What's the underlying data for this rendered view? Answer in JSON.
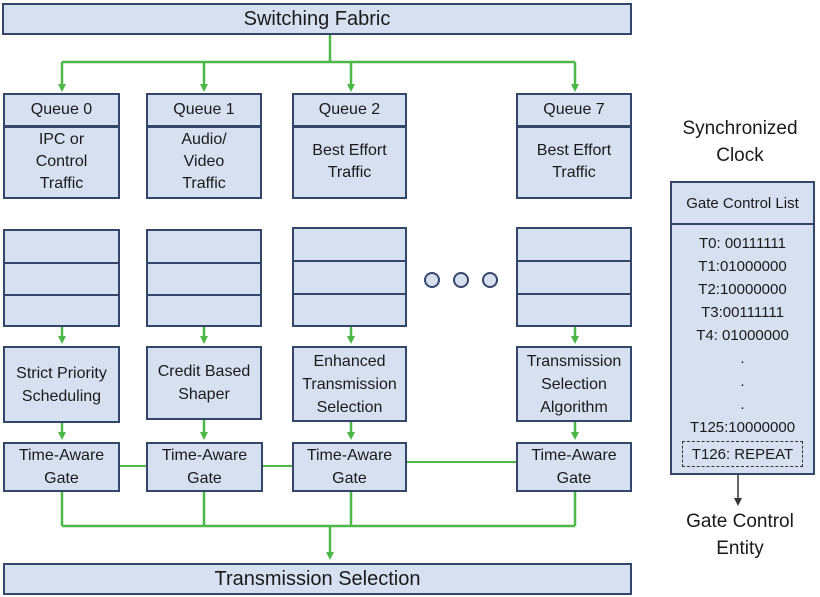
{
  "switching_fabric": "Switching Fabric",
  "transmission_selection": "Transmission Selection",
  "queues": [
    {
      "header": "Queue 0",
      "body": "IPC or\nControl\nTraffic",
      "algorithm": "Strict Priority\nScheduling",
      "gate": "Time-Aware\nGate"
    },
    {
      "header": "Queue 1",
      "body": "Audio/\nVideo\nTraffic",
      "algorithm": "Credit Based\nShaper",
      "gate": "Time-Aware\nGate"
    },
    {
      "header": "Queue 2",
      "body": "Best Effort\nTraffic",
      "algorithm": "Enhanced\nTransmission\nSelection",
      "gate": "Time-Aware\nGate"
    },
    {
      "header": "Queue 7",
      "body": "Best Effort\nTraffic",
      "algorithm": "Transmission\nSelection\nAlgorithm",
      "gate": "Time-Aware\nGate"
    }
  ],
  "clock_label": "Synchronized\nClock",
  "gate_control_list": {
    "title": "Gate Control List",
    "entries": [
      "T0: 00111111",
      "T1:01000000",
      "T2:10000000",
      "T3:00111111",
      "T4: 01000000",
      ".",
      ".",
      ".",
      "T125:10000000"
    ],
    "repeat": "T126: REPEAT"
  },
  "entity_label": "Gate Control\nEntity",
  "colors": {
    "box_fill": "#d6e0f1",
    "box_border": "#34476b",
    "arrow": "#4db848"
  }
}
